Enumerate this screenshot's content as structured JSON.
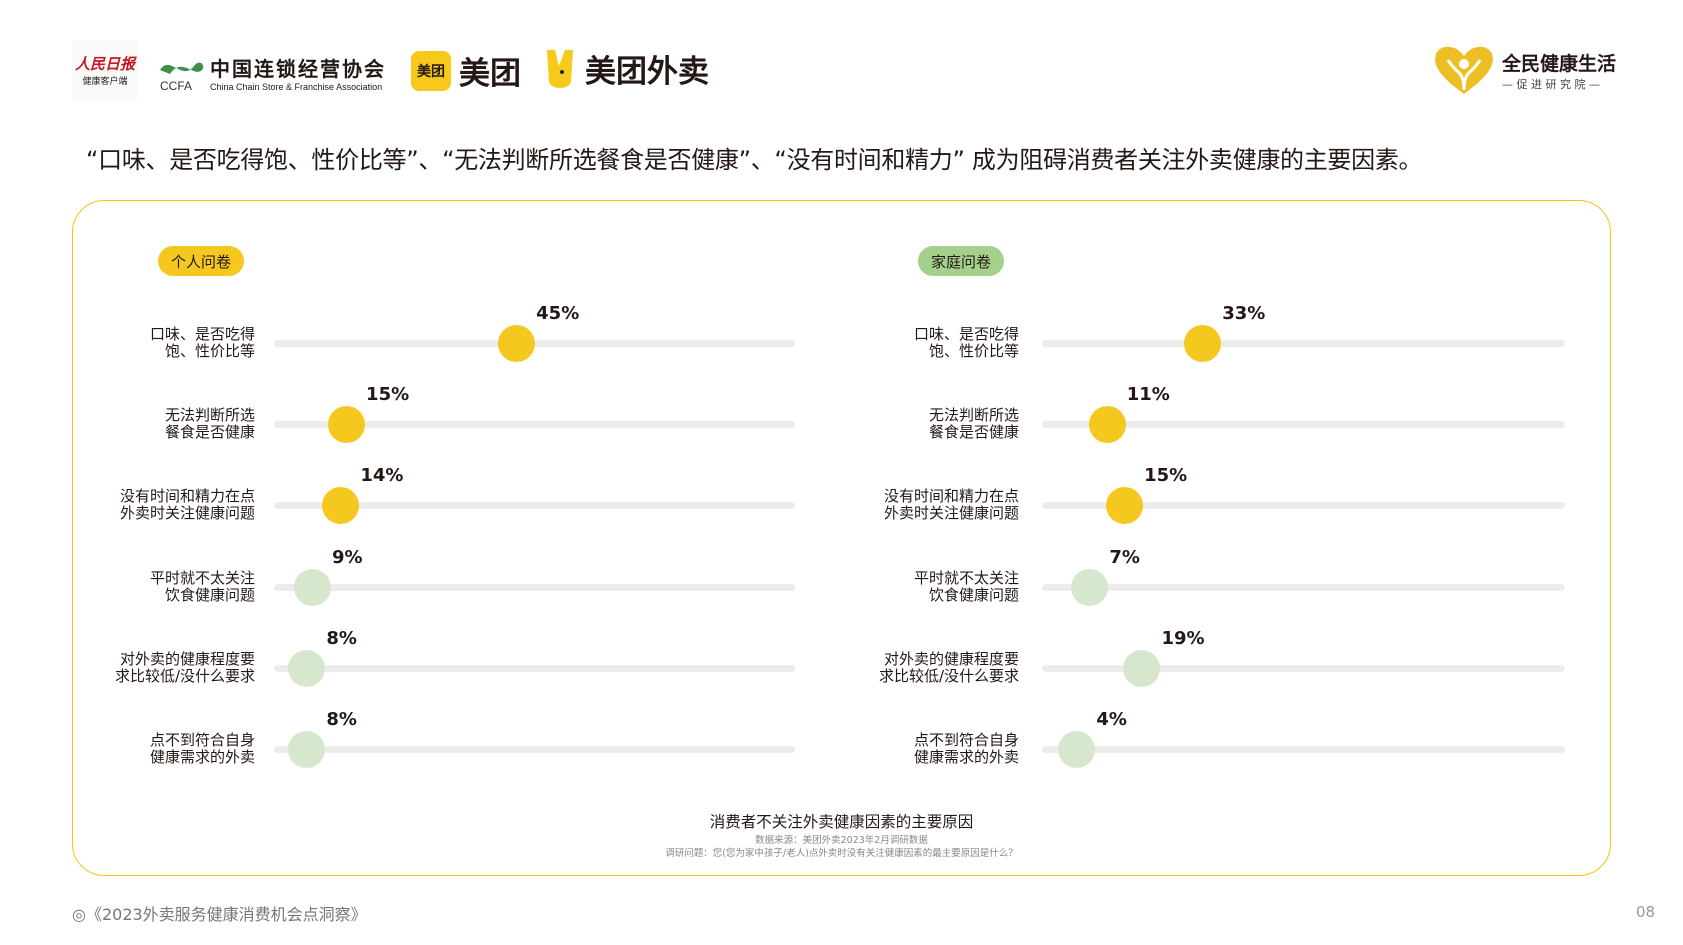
{
  "header": {
    "logos": [
      {
        "name": "人民日报",
        "sub": "健康客户端"
      },
      {
        "name": "中国连锁经营协会",
        "abbr": "CCFA",
        "sub": "China Chain Store & Franchise Association"
      },
      {
        "name": "美团",
        "icon_text": "美团"
      },
      {
        "name": "美团外卖"
      },
      {
        "name": "全民健康生活",
        "sub": "— 促 进 研 究 院 —"
      }
    ],
    "headline": "“口味、是否吃得饱、性价比等”、“无法判断所选餐食是否健康”、“没有时间和精力” 成为阻碍消费者关注外卖健康的主要因素。"
  },
  "colors": {
    "accent": "#F4C81F",
    "pale_green": "#D7E7CE",
    "badge_green": "#A5D08C",
    "track": "#ECECEA",
    "border": "#F2C417"
  },
  "panels": [
    {
      "badge": "个人问卷",
      "items": [
        {
          "label": "口味、是否吃得\n饱、性价比等",
          "value": 45,
          "value_label": "45%",
          "highlight": true
        },
        {
          "label": "无法判断所选\n餐食是否健康",
          "value": 15,
          "value_label": "15%",
          "highlight": true
        },
        {
          "label": "没有时间和精力在点\n外卖时关注健康问题",
          "value": 14,
          "value_label": "14%",
          "highlight": true
        },
        {
          "label": "平时就不太关注\n饮食健康问题",
          "value": 9,
          "value_label": "9%",
          "highlight": false
        },
        {
          "label": "对外卖的健康程度要\n求比较低/没什么要求",
          "value": 8,
          "value_label": "8%",
          "highlight": false
        },
        {
          "label": "点不到符合自身\n健康需求的外卖",
          "value": 8,
          "value_label": "8%",
          "highlight": false
        }
      ]
    },
    {
      "badge": "家庭问卷",
      "items": [
        {
          "label": "口味、是否吃得\n饱、性价比等",
          "value": 33,
          "value_label": "33%",
          "highlight": true
        },
        {
          "label": "无法判断所选\n餐食是否健康",
          "value": 11,
          "value_label": "11%",
          "highlight": true
        },
        {
          "label": "没有时间和精力在点\n外卖时关注健康问题",
          "value": 15,
          "value_label": "15%",
          "highlight": true
        },
        {
          "label": "平时就不太关注\n饮食健康问题",
          "value": 7,
          "value_label": "7%",
          "highlight": false
        },
        {
          "label": "对外卖的健康程度要\n求比较低/没什么要求",
          "value": 19,
          "value_label": "19%",
          "highlight": false
        },
        {
          "label": "点不到符合自身\n健康需求的外卖",
          "value": 4,
          "value_label": "4%",
          "highlight": false
        }
      ]
    }
  ],
  "caption": {
    "title": "消费者不关注外卖健康因素的主要原因",
    "source": "数据来源：美团外卖2023年2月调研数据",
    "question": "调研问题：您(您为家中孩子/老人)点外卖时没有关注健康因素的最主要原因是什么？"
  },
  "footer": {
    "report": "◎《2023外卖服务健康消费机会点洞察》",
    "page": "08"
  }
}
